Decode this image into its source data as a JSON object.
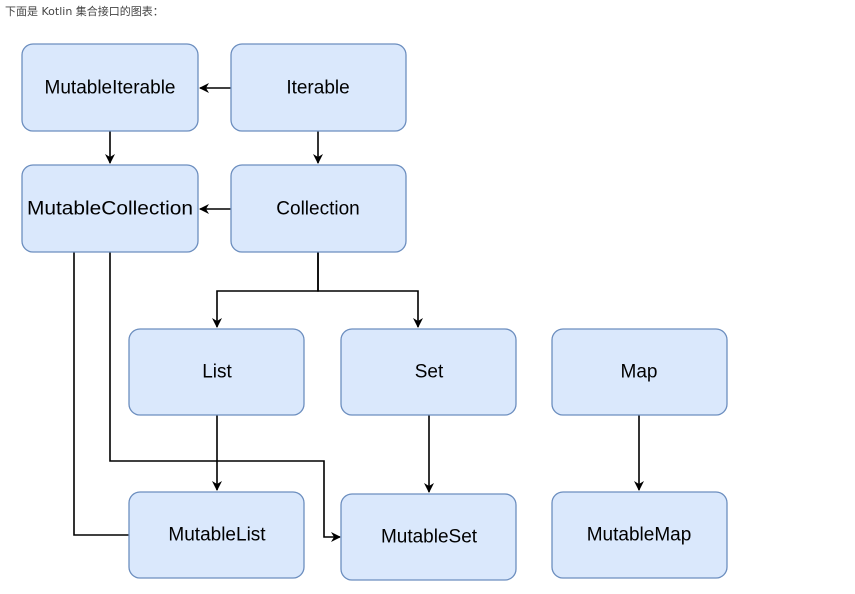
{
  "caption": "下面是 Kotlin 集合接口的图表：",
  "nodes": {
    "mutable_iterable": "MutableIterable",
    "iterable": "Iterable",
    "mutable_collection": "MutableCollection",
    "collection": "Collection",
    "list": "List",
    "set": "Set",
    "map": "Map",
    "mutable_list": "MutableList",
    "mutable_set": "MutableSet",
    "mutable_map": "MutableMap"
  },
  "colors": {
    "node_fill": "#dae8fc",
    "node_border": "#6c8ebf",
    "edge": "#000000"
  }
}
